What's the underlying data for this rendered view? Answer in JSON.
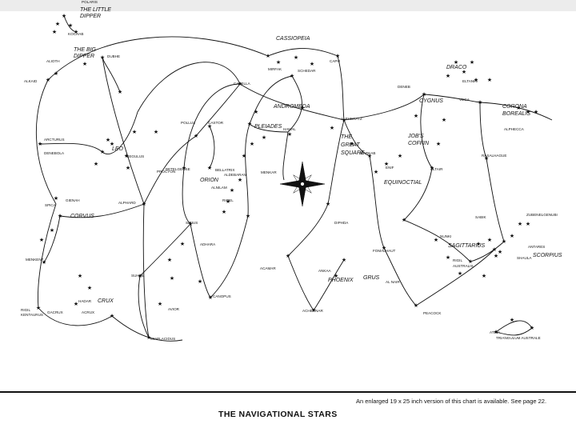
{
  "title": "THE NAVIGATIONAL STARS",
  "footer_note": "An enlarged 19 x 25 inch version of this chart is available. See page 22.",
  "colors": {
    "ink": "#111111",
    "paper": "#ffffff"
  },
  "labels": [
    "POLARIS",
    "THE LITTLE",
    "DIPPER",
    "KOCHAB",
    "THE BIG",
    "DIPPER",
    "DUBHE",
    "ALKAID",
    "ALIOTH",
    "CASSIOPEIA",
    "CAPH",
    "SCHEDAR",
    "MIRFAK",
    "DRACO",
    "ELTANIN",
    "DENEB",
    "CYGNUS",
    "VEGA",
    "CORONA",
    "BOREALIS",
    "ALPHECCA",
    "CAPELLA",
    "ANDROMEDA",
    "ALPHERATZ",
    "POLLUX",
    "CASTOR",
    "PLEIADES",
    "HAMAL",
    "THE",
    "GREAT",
    "SQUARE",
    "JOB'S",
    "COFFIN",
    "ARCTURUS",
    "DENEBOLA",
    "LEO",
    "REGULUS",
    "PROCYON",
    "BETELGEUSE",
    "BELLATRIX",
    "ALDEBARAN",
    "MARKAB",
    "ENIF",
    "ALTAIR",
    "RASALHAGUE",
    "EQUINOCTIAL",
    "MENKAR",
    "ORION",
    "ALNILAM",
    "RIGEL",
    "SPICA",
    "GIENAH",
    "CORVUS",
    "ALPHARD",
    "SIRIUS",
    "ADHARA",
    "DIPHDA",
    "SABIK",
    "ZUBENELGENUBI",
    "NUNKI",
    "SAGITTARIUS",
    "ANTARES",
    "SCORPIUS",
    "SHAULA",
    "RIGIL",
    "AUSTRALIS",
    "MENKENT",
    "SUHAIL",
    "FOMALHAUT",
    "ACAMAR",
    "ANKAA",
    "PHOENIX",
    "GRUS",
    "AL NAIR",
    "HADAR",
    "CRUX",
    "ACRUX",
    "RIGIL",
    "KENTAURUS",
    "GACRUX",
    "AVIOR",
    "CANOPUS",
    "ACHERNAR",
    "PEACOCK",
    "MIAPLACIDUS",
    "ATRIA",
    "TRIANGULUM AUSTRALE"
  ]
}
